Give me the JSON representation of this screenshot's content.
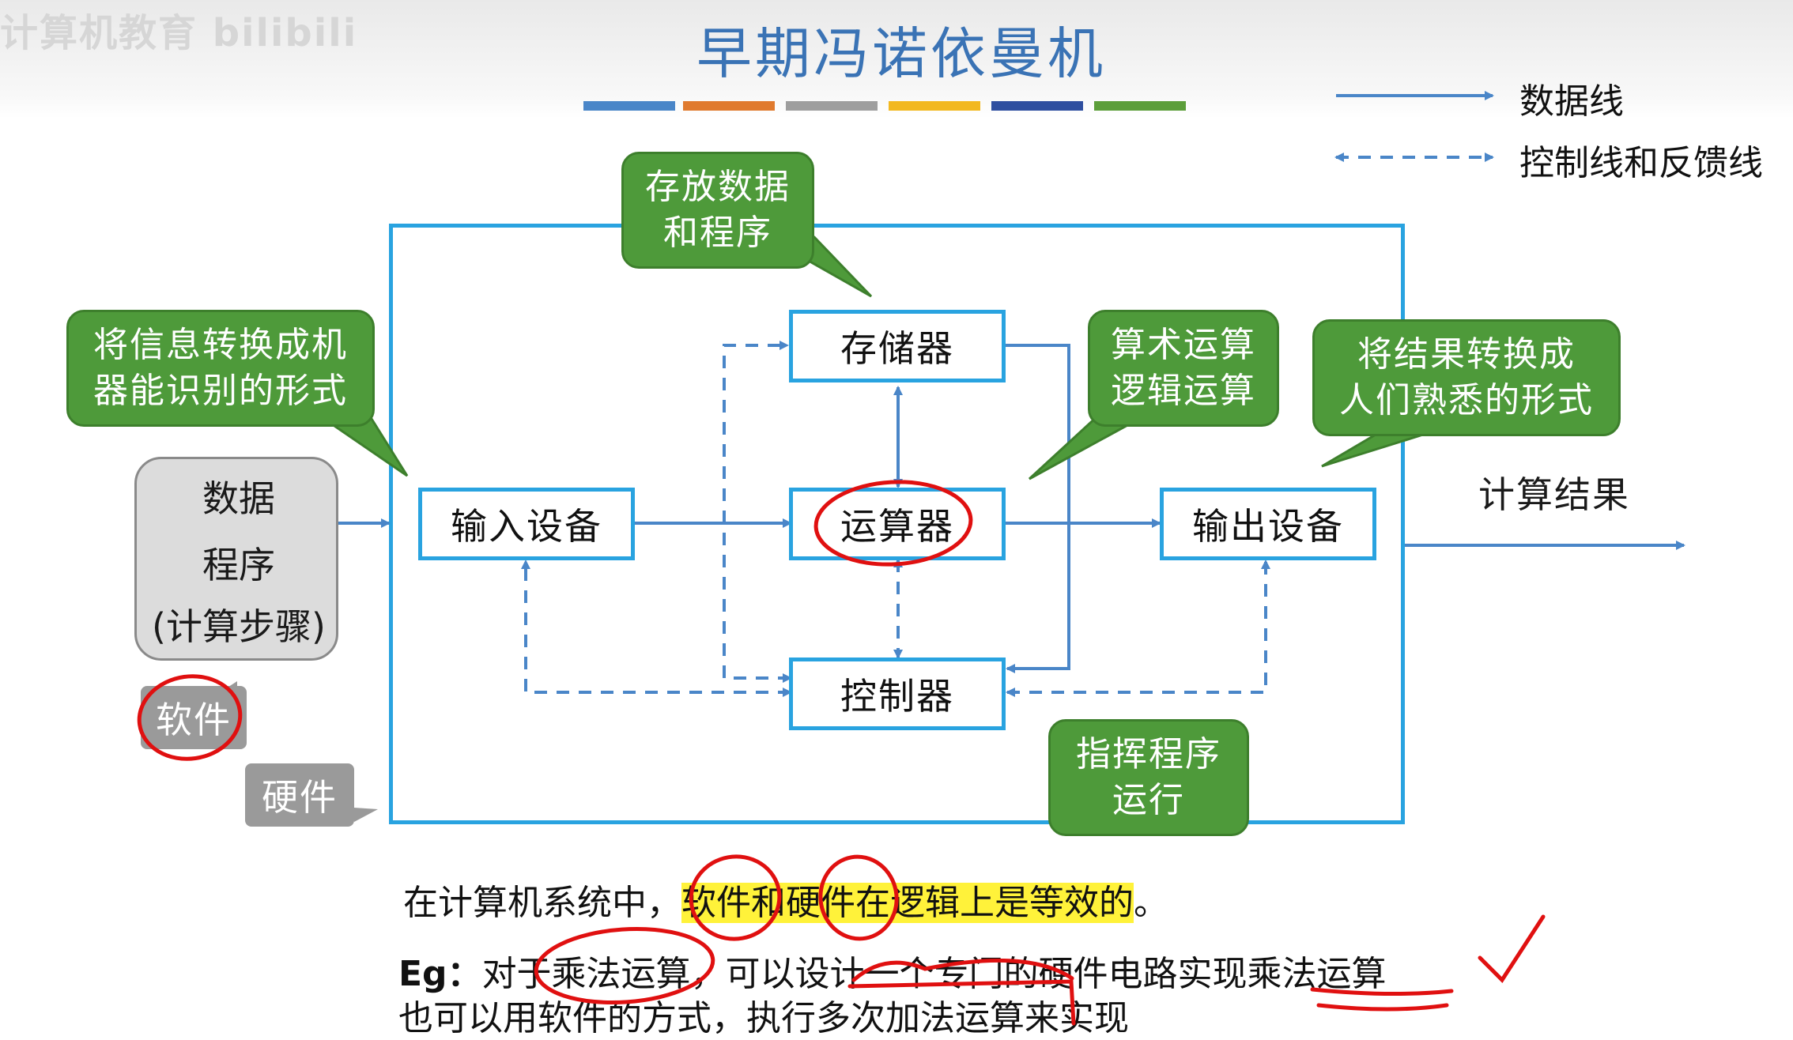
{
  "header": {
    "watermark": "计算机教育 bilibili",
    "title": "早期冯诺依曼机",
    "strip_colors": [
      "#4a86c8",
      "#e07a2e",
      "#9e9e9e",
      "#f2b820",
      "#2f4fa0",
      "#5c9e3a"
    ]
  },
  "legend": {
    "data_line": "数据线",
    "control_line": "控制线和反馈线"
  },
  "nodes": {
    "memory": "存储器",
    "alu": "运算器",
    "controller": "控制器",
    "input": "输入设备",
    "output": "输出设备"
  },
  "callouts": {
    "memory": [
      "存放数据",
      "和程序"
    ],
    "input": [
      "将信息转换成机",
      "器能识别的形式"
    ],
    "alu": [
      "算术运算",
      "逻辑运算"
    ],
    "output": [
      "将结果转换成",
      "人们熟悉的形式"
    ],
    "controller": [
      "指挥程序",
      "运行"
    ]
  },
  "input_box": {
    "line1": "数据",
    "line2": "程序",
    "line3": "(计算步骤)"
  },
  "tags": {
    "software": "软件",
    "hardware": "硬件"
  },
  "result_label": "计算结果",
  "notes": {
    "line1_prefix": "在计算机系统中，",
    "line1_highlight": "软件和硬件在逻辑上是等效的",
    "line1_suffix": "。",
    "line2_label": "Eg：",
    "line2_text": "对于乘法运算，可以设计一个专门的硬件电路实现乘法运算",
    "line3_text": "也可以用软件的方式，执行多次加法运算来实现"
  },
  "colors": {
    "title": "#3a73b5",
    "frame": "#29a3e0",
    "arrow": "#4a86c8",
    "callout_green": "#4e9a3a",
    "annotation_red": "#e01010",
    "highlight": "#fff23a"
  }
}
